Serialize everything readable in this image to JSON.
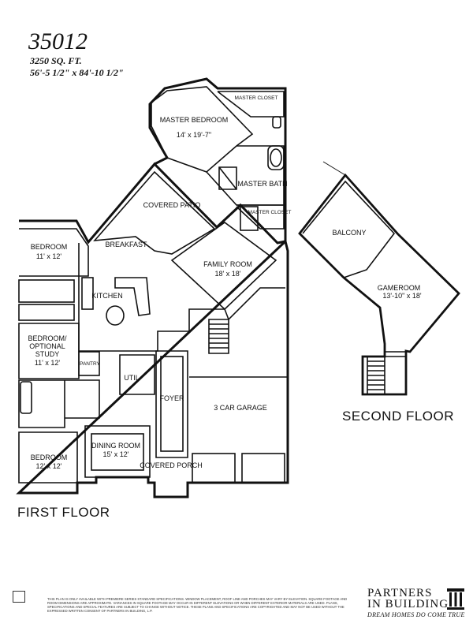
{
  "plan": {
    "number": "35012",
    "sqft": "3250 SQ. FT.",
    "dimensions": "56'-5 1/2\" x 84'-10 1/2\""
  },
  "rooms": {
    "master_closet_top": "MASTER CLOSET",
    "master_bedroom": "MASTER BEDROOM",
    "master_bedroom_size": "14' x 19'-7\"",
    "master_bath": "MASTER BATH",
    "master_closet_2": "MASTER CLOSET",
    "covered_patio": "COVERED PATIO",
    "breakfast": "BREAKFAST",
    "family_room": "FAMILY ROOM",
    "family_room_size": "18' x 18'",
    "bedroom_1": "BEDROOM",
    "bedroom_1_size": "11' x 12'",
    "kitchen": "KITCHEN",
    "bedroom_study_line1": "BEDROOM/",
    "bedroom_study_line2": "OPTIONAL",
    "bedroom_study_line3": "STUDY",
    "bedroom_study_size": "11' x 12'",
    "pantry": "PANTRY",
    "util": "UTIL",
    "foyer": "FOYER",
    "garage": "3 CAR GARAGE",
    "dining_room": "DINING ROOM",
    "dining_room_size": "15' x 12'",
    "bedroom_2": "BEDROOM",
    "bedroom_2_size": "12' x 12'",
    "covered_porch": "COVERED PORCH",
    "balcony": "BALCONY",
    "gameroom": "GAMEROOM",
    "gameroom_size": "13'-10\" x 18'"
  },
  "floors": {
    "first": "FIRST FLOOR",
    "second": "SECOND FLOOR"
  },
  "footer": {
    "disclaimer": "THIS PLAN IS ONLY AVAILABLE WITH PREMIERE SERIES STANDARD SPECIFICATIONS. WINDOW PLACEMENT, ROOF LINE AND PORCHES MAY VARY BY ELEVATION. SQUARE FOOTAGE AND ROOM DIMENSIONS ARE APPROXIMATE. VARIANCES IN SQUARE FOOTAGE MAY OCCUR IN DIFFERENT ELEVATIONS OR WHEN DIFFERENT EXTERIOR MATERIALS ARE USED. PLANS, SPECIFICATIONS AND SPECIAL FEATURES ARE SUBJECT TO CHANGE WITHOUT NOTICE. THESE PLANS AND SPECIFICATIONS ARE COPYRIGHTED AND MAY NOT BE USED WITHOUT THE EXPRESSED WRITTEN CONSENT OF PARTNERS IN BUILDING, L.P.",
    "logo_line1": "PARTNERS",
    "logo_line2": "IN BUILDING",
    "tagline": "DREAM HOMES DO COME TRUE"
  }
}
